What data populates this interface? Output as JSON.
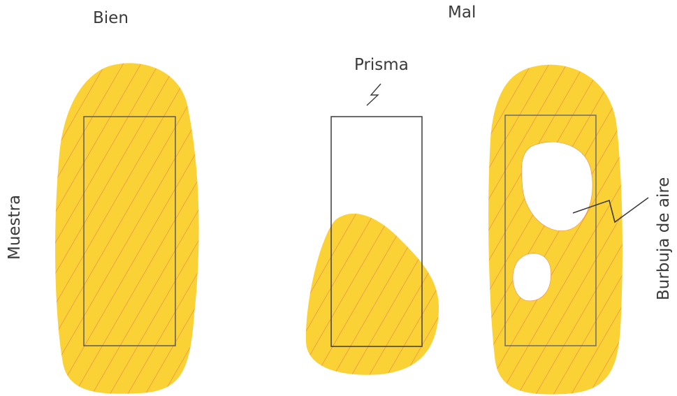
{
  "labels": {
    "good": "Bien",
    "bad": "Mal",
    "prism": "Prisma",
    "sample": "Muestra",
    "air_bubble": "Burbuja de aire"
  },
  "colors": {
    "sample_fill": "#fbd236",
    "hatch": "#e8894a",
    "prism_outline": "#5a5a5a",
    "text": "#3a3a3a",
    "background": "#ffffff"
  }
}
